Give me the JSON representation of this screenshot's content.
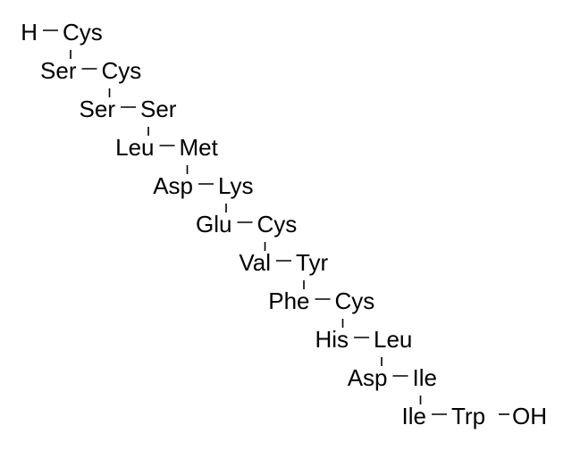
{
  "title": "Peptide sequence structure",
  "rows": [
    {
      "left": "H",
      "right": "Cys"
    },
    {
      "left": "Ser",
      "right": "Cys"
    },
    {
      "left": "Ser",
      "right": "Ser"
    },
    {
      "left": "Leu",
      "right": "Met"
    },
    {
      "left": "Asp",
      "right": "Lys"
    },
    {
      "left": "Glu",
      "right": "Cys"
    },
    {
      "left": "Val",
      "right": "Tyr"
    },
    {
      "left": "Phe",
      "right": "Cys"
    },
    {
      "left": "His",
      "right": "Leu"
    },
    {
      "left": "Asp",
      "right": "Ile"
    },
    {
      "left": "Ile",
      "right": "Trp"
    }
  ],
  "terminal": "OH"
}
